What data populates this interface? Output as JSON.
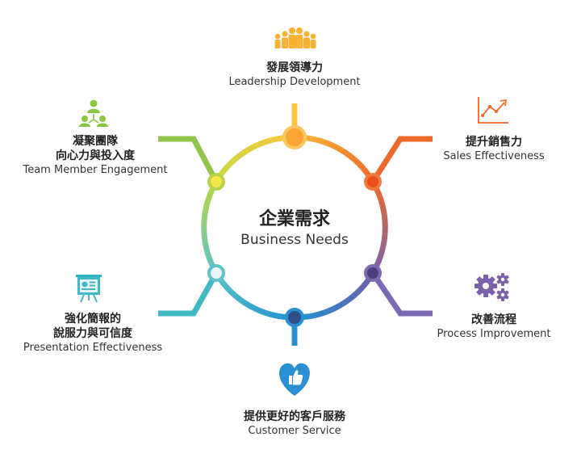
{
  "center": {
    "zh": "企業需求",
    "en": "Business Needs"
  },
  "nodes": [
    {
      "id": "leadership",
      "zh": "發展領導力",
      "en": "Leadership Development",
      "icon": "people-group-icon",
      "color": "#F7B733"
    },
    {
      "id": "sales",
      "zh": "提升銷售力",
      "en": "Sales Effectiveness",
      "icon": "line-chart-icon",
      "color": "#EE6A2B"
    },
    {
      "id": "process",
      "zh": "改善流程",
      "en": "Process Improvement",
      "icon": "gears-icon",
      "color": "#6E5EA8"
    },
    {
      "id": "customer",
      "zh": "提供更好的客戶服務",
      "en": "Customer Service",
      "icon": "heart-thumbs-up-icon",
      "color": "#2A8FD3"
    },
    {
      "id": "presentation",
      "zh1": "強化簡報的",
      "zh2": "說服力與可信度",
      "en": "Presentation Effectiveness",
      "icon": "presentation-board-icon",
      "color": "#41B8C4"
    },
    {
      "id": "team",
      "zh1": "凝聚團隊",
      "zh2": "向心力與投入度",
      "en": "Team Member Engagement",
      "icon": "team-network-icon",
      "color": "#8CC63F"
    }
  ]
}
